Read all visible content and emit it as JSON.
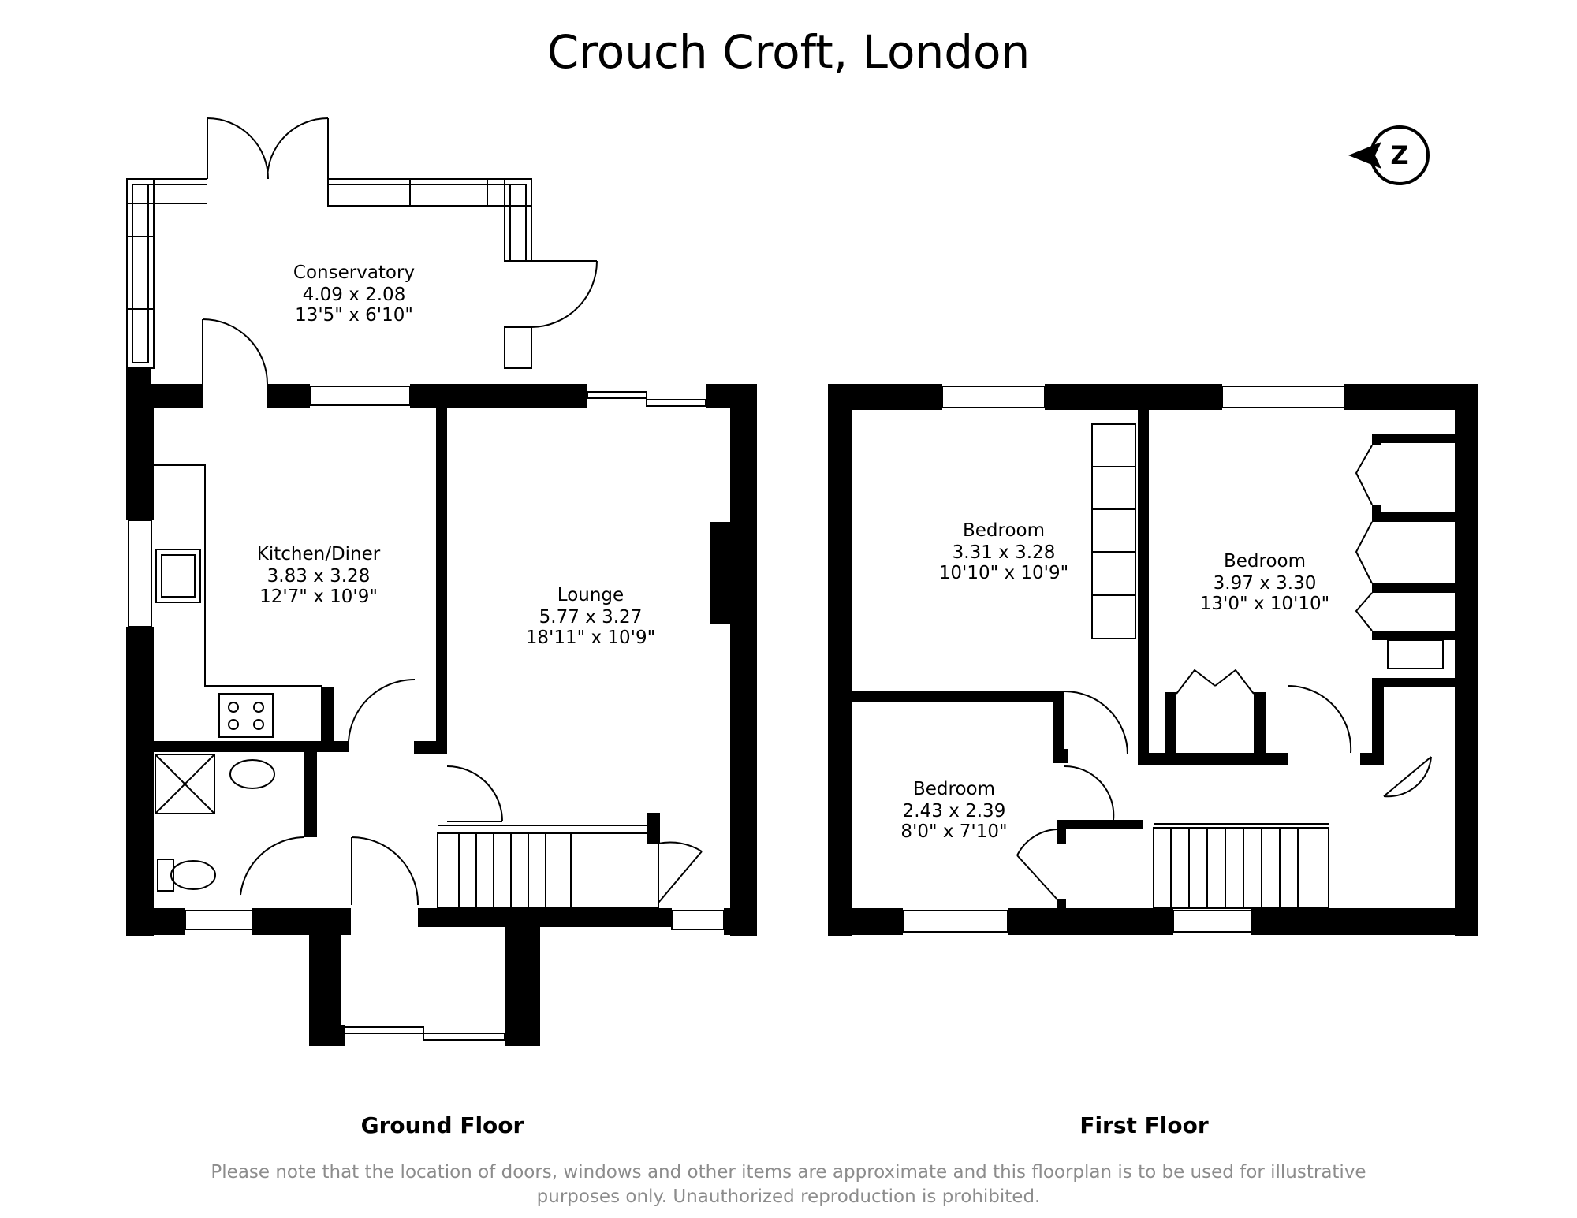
{
  "title": "Crouch Croft, London",
  "compass": {
    "label": "Z"
  },
  "rooms": [
    {
      "name": "Conservatory",
      "metric": "4.09 x 2.08",
      "imperial": "13'5\" x 6'10\""
    },
    {
      "name": "Kitchen/Diner",
      "metric": "3.83 x 3.28",
      "imperial": "12'7\" x 10'9\""
    },
    {
      "name": "Lounge",
      "metric": "5.77 x 3.27",
      "imperial": "18'11\" x 10'9\""
    },
    {
      "name": "Bedroom",
      "metric": "3.31 x 3.28",
      "imperial": "10'10\" x 10'9\""
    },
    {
      "name": "Bedroom",
      "metric": "3.97 x 3.30",
      "imperial": "13'0\" x 10'10\""
    },
    {
      "name": "Bedroom",
      "metric": "2.43 x 2.39",
      "imperial": "8'0\" x 7'10\""
    }
  ],
  "floors": {
    "ground": "Ground Floor",
    "first": "First Floor"
  },
  "disclaimer": {
    "line1": "Please note that the location of doors, windows and other items are approximate and this floorplan is to be used for illustrative",
    "line2": "purposes only. Unauthorized reproduction is prohibited."
  }
}
